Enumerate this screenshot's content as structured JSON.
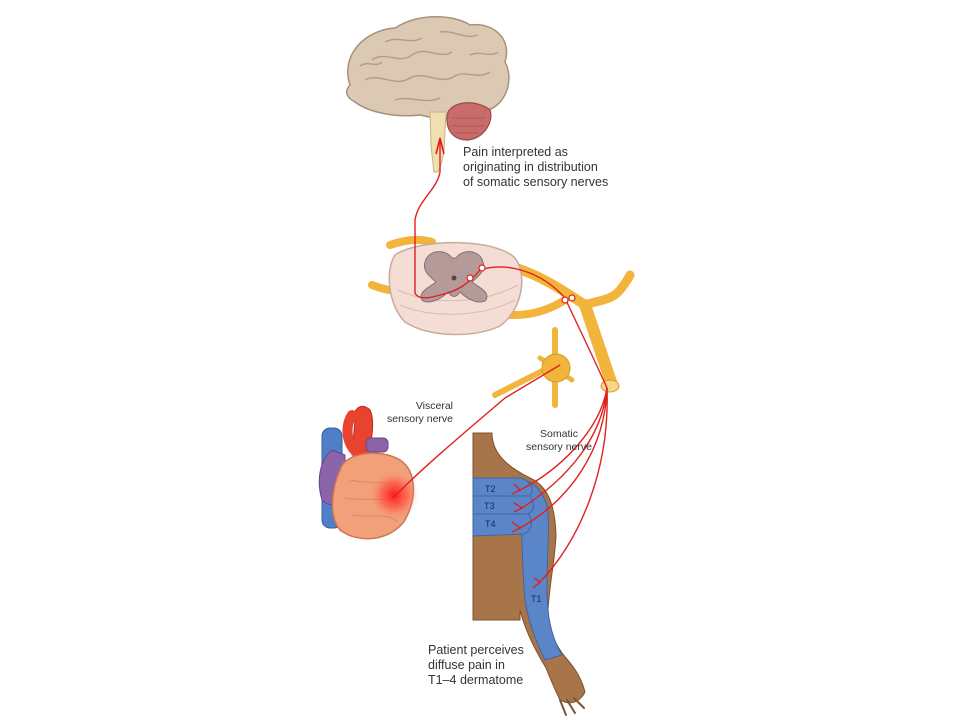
{
  "labels": {
    "brain": "Pain interpreted as\noriginating in distribution\nof somatic sensory nerves",
    "visceral": "Visceral\nsensory nerve",
    "somatic": "Somatic\nsensory nerve",
    "patient": "Patient perceives\ndiffuse pain in\nT1–4 dermatome"
  },
  "dermatomes": {
    "t2": "T2",
    "t3": "T3",
    "t4": "T4",
    "t1": "T1"
  },
  "colors": {
    "nerve_red": "#e0201f",
    "nerve_yellow": "#f2b43a",
    "brain": "#dcc9b4",
    "cerebellum": "#c96b6b",
    "spinal_cord": "#f4ddd4",
    "grey_matter": "#b59a9a",
    "heart": "#f2a07a",
    "aorta": "#e8432f",
    "vena_cava": "#4f7fc7",
    "pulmonary": "#8a63a8",
    "skin": "#a8744a",
    "dermatome_band": "#5a85c9"
  },
  "icons": {
    "brain": "brain-illustration",
    "spinal_cord": "spinal-cord-cross-section",
    "heart": "heart-illustration",
    "arm": "arm-torso-illustration"
  }
}
